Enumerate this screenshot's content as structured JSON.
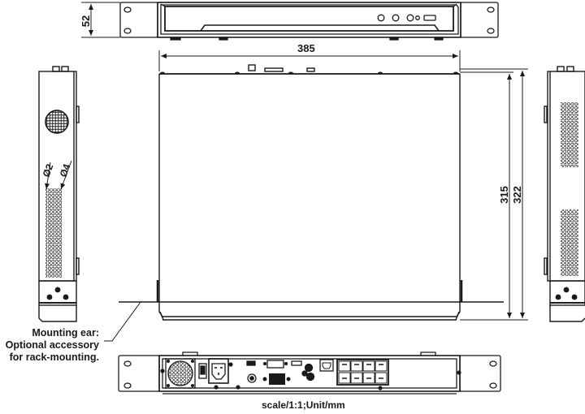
{
  "drawing": {
    "views": [
      {
        "id": "front-view",
        "label": "Front view"
      },
      {
        "id": "top-view",
        "label": "Top view"
      },
      {
        "id": "left-side-view",
        "label": "Left side view"
      },
      {
        "id": "right-side-view",
        "label": "Right side view"
      },
      {
        "id": "rear-view",
        "label": "Rear view"
      }
    ],
    "dimensions": {
      "height": "52",
      "width": "385",
      "depth_body": "315",
      "depth_total": "322",
      "hole_small": "Ø2",
      "hole_large": "Ø4"
    },
    "annotation": {
      "line1": "Mounting ear:",
      "line2": "Optional accessory",
      "line3": "for rack-mounting."
    },
    "scale_note": "scale/1:1;Unit/mm",
    "front_panel": {
      "controls": [
        "round-button",
        "round-button",
        "round-button",
        "small-led",
        "usb-port"
      ]
    },
    "rear_panel": {
      "ports": [
        "fan",
        "power-switch",
        "iec-power-inlet",
        "usb",
        "vga",
        "hdmi",
        "audio",
        "lan",
        "esata",
        "rj45-uplink",
        "poe-rj45-x8"
      ],
      "poe_port_count": 8
    },
    "colors": {
      "line": "#1a1a1a",
      "background": "#ffffff"
    }
  }
}
